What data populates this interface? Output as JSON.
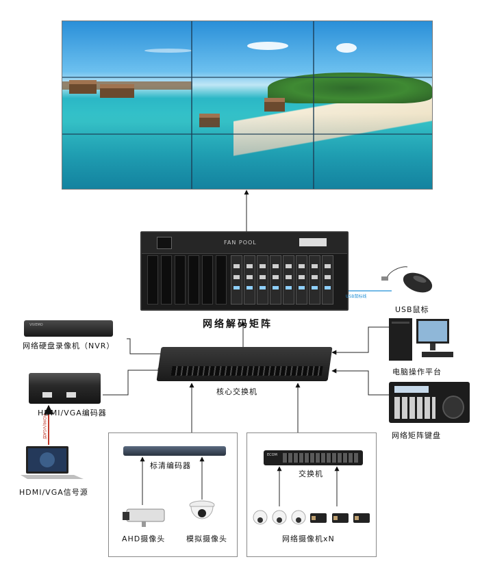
{
  "labels": {
    "matrix": "网络解码矩阵",
    "fan_pool": "FAN  POOL",
    "usb_mouse_line": "USB鼠标线",
    "usb_mouse": "USB鼠标",
    "nvr": "网络硬盘录像机（NVR）",
    "core_switch": "核心交换机",
    "pc": "电脑操作平台",
    "hdmi_encoder": "HDMI/VGA编码器",
    "hdmi_cable": "HDMI/VGA线",
    "hdmi_source": "HDMI/VGA信号源",
    "keyboard": "网络矩阵键盘",
    "sd_encoder": "标清编码器",
    "ahd_camera": "AHD摄像头",
    "analog_camera": "模拟摄像头",
    "switch": "交换机",
    "network_camera": "网络摄像机xN",
    "nvr_brand": "VIVEMO",
    "switch_brand": "ECOM"
  },
  "colors": {
    "line": "#222222",
    "hdmi_cable": "#c0392b",
    "usb_cable": "#1f8fd6",
    "device_dark": "#222222"
  }
}
